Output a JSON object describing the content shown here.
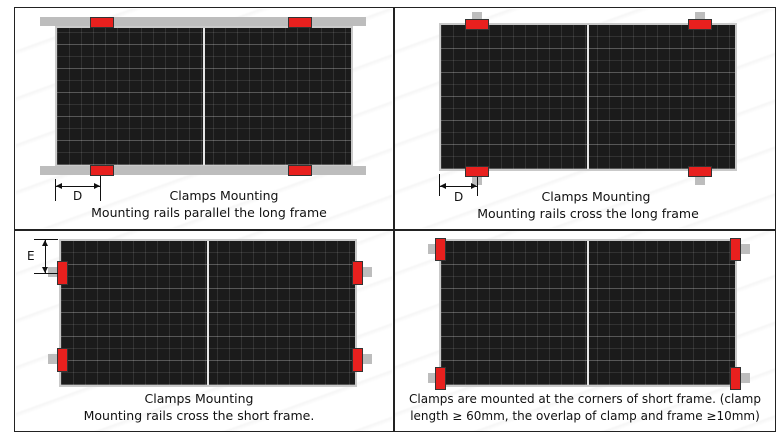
{
  "panels": [
    {
      "caption_line1": "Clamps Mounting",
      "caption_line2": "Mounting rails parallel the long frame",
      "dimension_label": "D"
    },
    {
      "caption_line1": "Clamps Mounting",
      "caption_line2": "Mounting rails cross the long frame",
      "dimension_label": "D"
    },
    {
      "caption_line1": "Clamps Mounting",
      "caption_line2": "Mounting rails cross the short frame.",
      "dimension_label": "E"
    },
    {
      "caption_line1": "Clamps are mounted at the corners of short frame. (clamp",
      "caption_line2": "length ≥ 60mm, the overlap of clamp and frame ≥10mm)"
    }
  ],
  "colors": {
    "clamp": "#e8201e",
    "rail": "#bdbdbd",
    "module": "#1b1b1b",
    "frame": "#c9c9c9"
  }
}
